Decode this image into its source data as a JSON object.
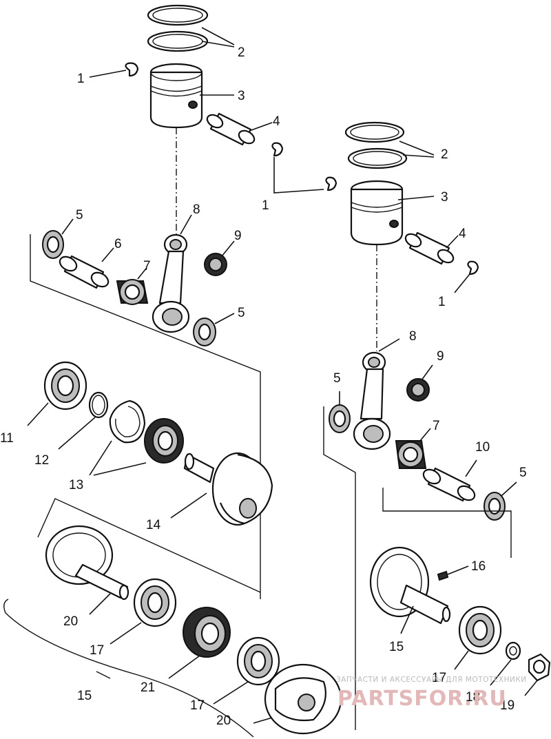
{
  "callouts": {
    "c1a": "1",
    "c1b": "1",
    "c1c": "1",
    "c2a": "2",
    "c2b": "2",
    "c3a": "3",
    "c3b": "3",
    "c4a": "4",
    "c4b": "4",
    "c5a": "5",
    "c5b": "5",
    "c5c": "5",
    "c5d": "5",
    "c6": "6",
    "c7a": "7",
    "c7b": "7",
    "c8a": "8",
    "c8b": "8",
    "c9a": "9",
    "c9b": "9",
    "c10": "10",
    "c11": "11",
    "c12": "12",
    "c13": "13",
    "c14": "14",
    "c15a": "15",
    "c15b": "15",
    "c16": "16",
    "c17a": "17",
    "c17b": "17",
    "c17c": "17",
    "c18": "18",
    "c19": "19",
    "c20a": "20",
    "c20b": "20",
    "c21": "21"
  },
  "watermark": {
    "tagline": "ЗАПЧАСТИ И АКСЕССУАРЫ ДЛЯ МОТОТЕХНИКИ",
    "brand": "PARTSFOR.RU"
  }
}
